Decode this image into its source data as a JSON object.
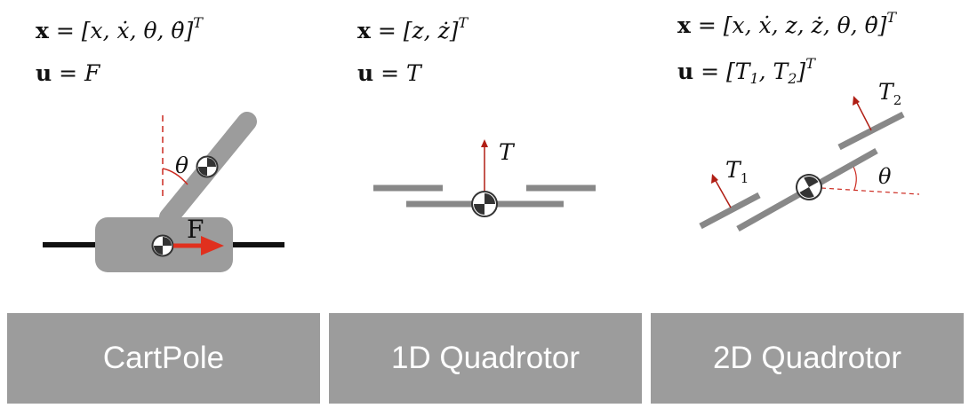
{
  "colors": {
    "body": "#9c9c9c",
    "accent": "#cc2a20",
    "dark": "#111111",
    "label_bg": "#9c9c9c"
  },
  "panels": [
    {
      "name": "CartPole",
      "state_lhs": "x",
      "state_rhs": "[x, ẋ, θ, θ̇]",
      "state_sup": "T",
      "input_lhs": "u",
      "input_rhs": "F",
      "symbols": {
        "theta": "θ",
        "force": "F"
      }
    },
    {
      "name": "1D Quadrotor",
      "state_lhs": "x",
      "state_rhs": "[z, ż]",
      "state_sup": "T",
      "input_lhs": "u",
      "input_rhs": "T",
      "symbols": {
        "thrust": "T"
      }
    },
    {
      "name": "2D Quadrotor",
      "state_lhs": "x",
      "state_rhs": "[x, ẋ, z, ż, θ, θ̇]",
      "state_sup": "T",
      "input_lhs": "u",
      "input_rhs_open": "[T",
      "input_sub1": "1",
      "input_mid": ", T",
      "input_sub2": "2",
      "input_close": "]",
      "input_sup": "T",
      "symbols": {
        "t1_base": "T",
        "t1_sub": "1",
        "t2_base": "T",
        "t2_sub": "2",
        "theta": "θ"
      }
    }
  ]
}
